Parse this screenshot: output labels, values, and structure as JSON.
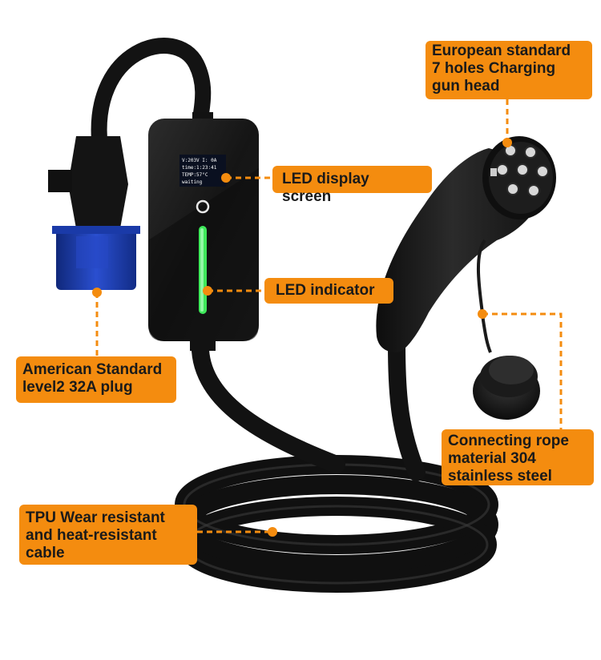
{
  "labels": {
    "european_head": "European standard\n7 holes Charging\ngun head",
    "led_display": "LED display screen",
    "led_indicator": "LED indicator",
    "american_plug": "American Standard\nlevel2 32A plug",
    "connecting_rope": "Connecting rope\nmaterial 304\nstainless steel",
    "tpu_cable": "TPU Wear resistant\nand heat-resistant\ncable"
  },
  "display_screen": {
    "line1": "V:203V  I: 0A",
    "line2": "time:1:23:41",
    "line3": "TEMP:57°C",
    "line4": "waiting"
  },
  "colors": {
    "label_background": "#f48c0f",
    "leader_line": "#f48c0f",
    "plug_blue": "#1c3fb8",
    "led_green": "#3ee85a",
    "device_black": "#161616"
  }
}
